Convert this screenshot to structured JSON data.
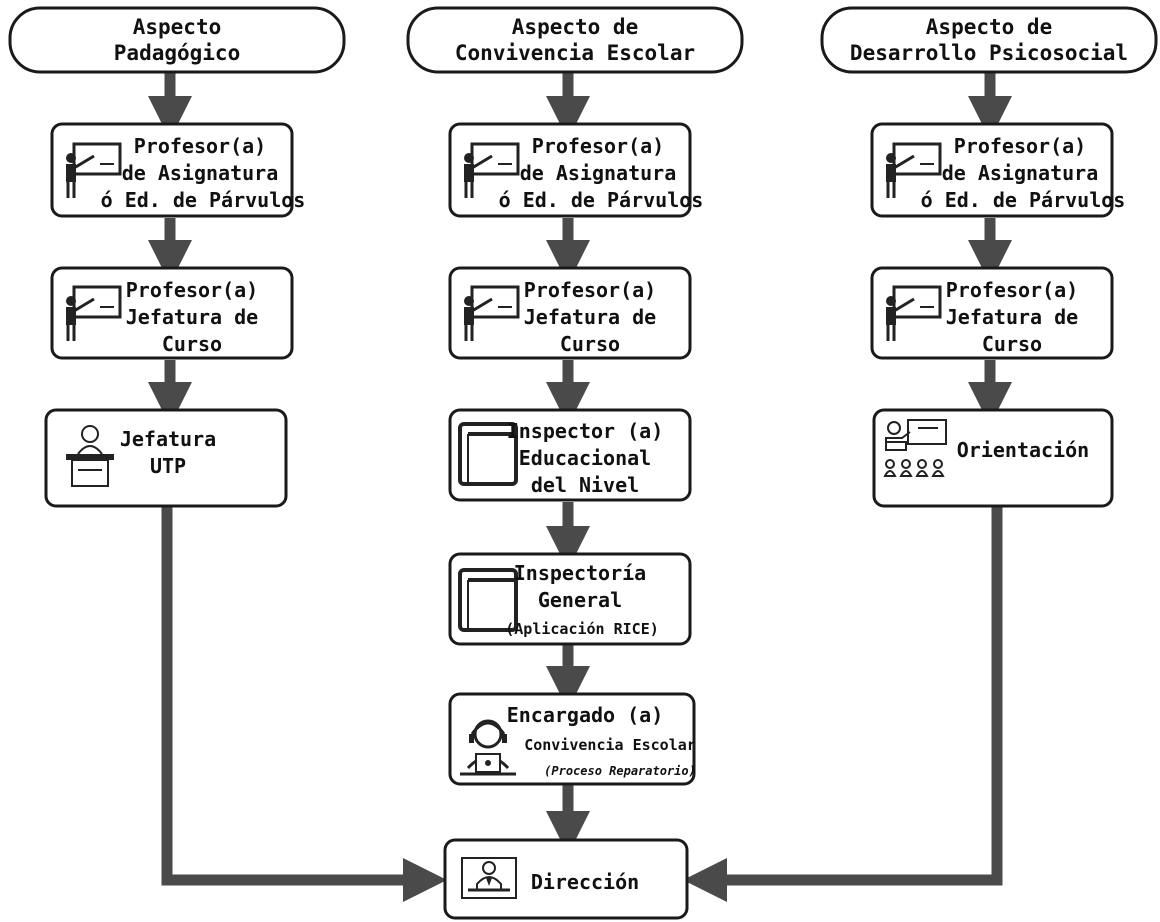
{
  "columns": {
    "pedagogico": {
      "header": [
        "Aspecto",
        "Padagógico"
      ],
      "boxes": [
        [
          "Profesor(a)",
          "de Asignatura",
          "ó Ed. de Párvulos"
        ],
        [
          "Profesor(a)",
          "Jefatura de",
          "Curso"
        ],
        [
          "Jefatura",
          "UTP"
        ]
      ]
    },
    "convivencia": {
      "header": [
        "Aspecto de",
        "Convivencia Escolar"
      ],
      "boxes": [
        [
          "Profesor(a)",
          "de Asignatura",
          "ó Ed. de Párvulos"
        ],
        [
          "Profesor(a)",
          "Jefatura de",
          "Curso"
        ],
        [
          "Inspector (a)",
          "Educacional",
          "del Nivel"
        ],
        [
          "Inspectoría",
          "General",
          "(Aplicación RICE)"
        ],
        [
          "Encargado (a)",
          "Convivencia Escolar",
          "(Proceso Reparatorio)"
        ]
      ]
    },
    "psicosocial": {
      "header": [
        "Aspecto de",
        "Desarrollo Psicosocial"
      ],
      "boxes": [
        [
          "Profesor(a)",
          "de Asignatura",
          "ó Ed. de Párvulos"
        ],
        [
          "Profesor(a)",
          "Jefatura de",
          "Curso"
        ],
        [
          "Orientación"
        ]
      ]
    }
  },
  "final": {
    "label": "Dirección"
  },
  "icons": {
    "teacher": "teacher-board-icon",
    "utp": "speaker-podium-icon",
    "inspector": "book-icon",
    "encargado": "operator-laptop-icon",
    "orientacion": "group-presentation-icon",
    "direccion": "director-desk-icon"
  },
  "colors": {
    "arrow": "#4a4a4a",
    "border": "#1a1a1a",
    "background": "#ffffff"
  }
}
